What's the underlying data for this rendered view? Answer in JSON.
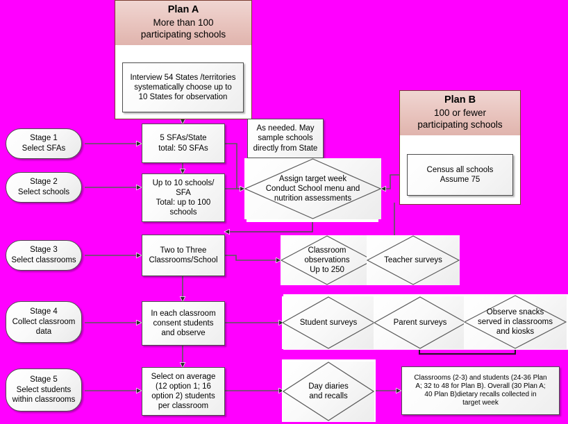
{
  "background_color": "#FF00FF",
  "accent_header_color": "#E8C3BD",
  "plan_a": {
    "title": "Plan A",
    "subtitle": "More than   100\nparticipating schools",
    "inner_box": "Interview 54 States /territories\nsystematically choose up to\n10 States for observation"
  },
  "plan_b": {
    "title": "Plan B",
    "subtitle": "100  or fewer\nparticipating schools",
    "inner_box": "Census all schools\nAssume 75"
  },
  "stages": [
    {
      "id": "stage-1",
      "label": "Stage 1\nSelect SFAs"
    },
    {
      "id": "stage-2",
      "label": "Stage 2\nSelect schools"
    },
    {
      "id": "stage-3",
      "label": "Stage 3\nSelect classrooms"
    },
    {
      "id": "stage-4",
      "label": "Stage 4\nCollect classroom\ndata"
    },
    {
      "id": "stage-5",
      "label": "Stage 5\nSelect students\nwithin classrooms"
    }
  ],
  "process_boxes": [
    {
      "id": "sfas",
      "label": "5 SFAs/State\ntotal: 50 SFAs"
    },
    {
      "id": "schools",
      "label": "Up to 10 schools/\nSFA\nTotal: up to 100\nschools"
    },
    {
      "id": "classrooms",
      "label": "Two to Three\nClassrooms/School"
    },
    {
      "id": "consent",
      "label": "In each classroom\nconsent students\nand observe"
    },
    {
      "id": "select-students",
      "label": "Select on average\n(12 option 1; 16\noption 2)  students\nper classroom"
    }
  ],
  "note_box": {
    "id": "as-needed",
    "label": "As needed. May\nsample schools\ndirectly from State"
  },
  "summary_box": {
    "id": "summary",
    "label": "Classrooms (2-3) and students (24-36 Plan\nA; 32 to 48 for Plan B). Overall  (30 Plan A;\n40 Plan B)dietary recalls collected in\ntarget week"
  },
  "diamonds": [
    {
      "id": "assign-target-week",
      "label": "Assign target week\nConduct School menu and\nnutrition assessments"
    },
    {
      "id": "classroom-observations",
      "label": "Classroom\nobservations\nUp to 250"
    },
    {
      "id": "teacher-surveys",
      "label": "Teacher surveys"
    },
    {
      "id": "student-surveys",
      "label": "Student surveys"
    },
    {
      "id": "parent-surveys",
      "label": "Parent surveys"
    },
    {
      "id": "observe-snacks",
      "label": "Observe snacks\nserved in classrooms\nand kiosks"
    },
    {
      "id": "day-diaries",
      "label": "Day diaries\nand recalls"
    }
  ]
}
